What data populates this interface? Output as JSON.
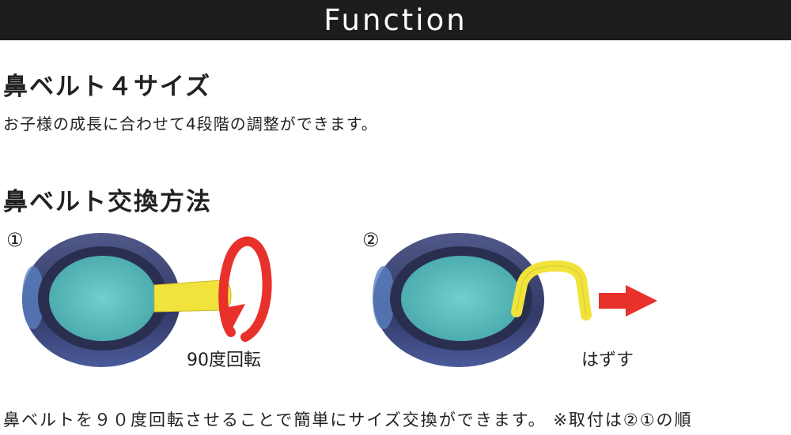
{
  "header": {
    "title": "Function"
  },
  "section1": {
    "heading": "鼻ベルト４サイズ",
    "description": "お子様の成長に合わせて4段階の調整ができます。"
  },
  "section2": {
    "heading": "鼻ベルト交換方法",
    "steps": [
      {
        "number": "①",
        "caption": "90度回転",
        "arrow_color": "#e8312a"
      },
      {
        "number": "②",
        "caption": "はずす",
        "arrow_color": "#e8312a"
      }
    ]
  },
  "colors": {
    "header_bg": "#1c1c1c",
    "lens": "#5bc3c2",
    "frame": "#3a4275",
    "nose_belt": "#f1e33c",
    "arrow": "#e8312a"
  },
  "footer": {
    "text": "鼻ベルトを９０度回転させることで簡単にサイズ交換ができます。 ※取付は②①の順"
  }
}
